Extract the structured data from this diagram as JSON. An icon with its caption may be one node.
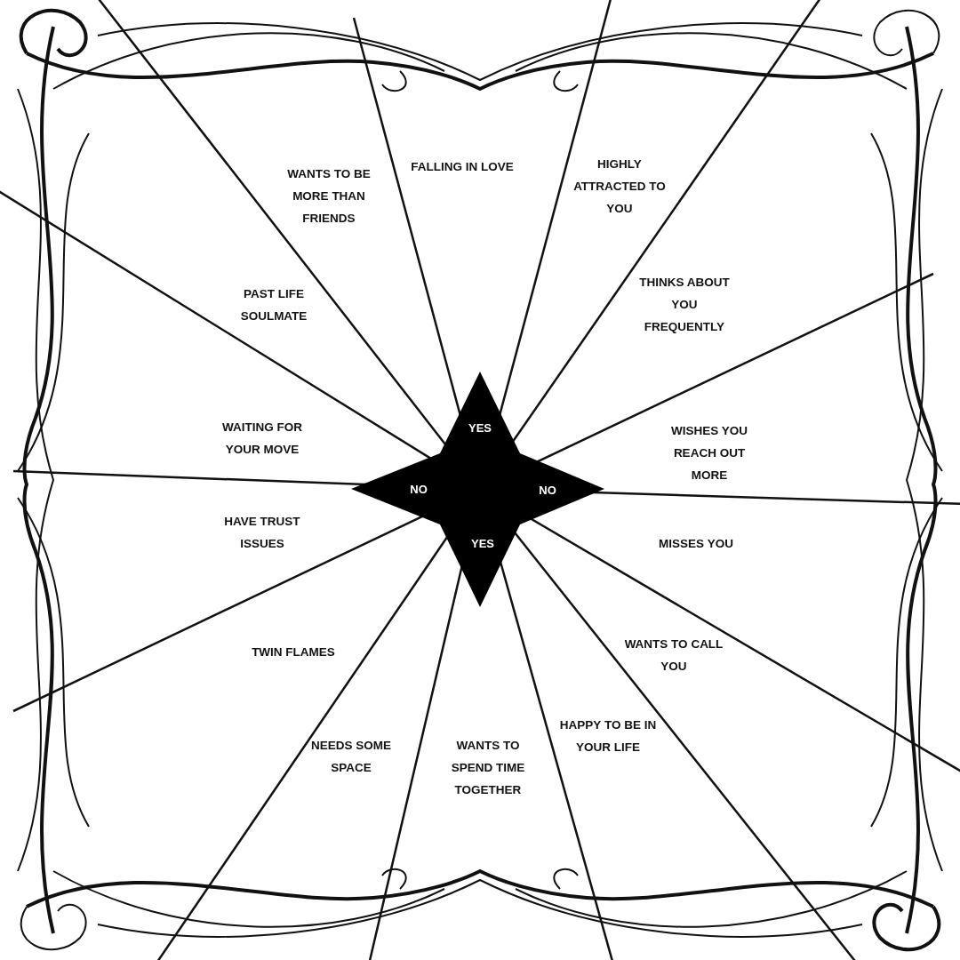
{
  "diagram": {
    "nodes": [
      {
        "text": [
          "YES",
          "NO",
          "NO",
          "YES"
        ]
      }
    ],
    "labels": [
      "WANTS TO BE MORE THAN FRIENDS",
      "FALLING IN LOVE",
      "HIGHLY ATTRACTED TO YOU",
      "PAST LIFE SOULMATE",
      "THINKS ABOUT YOU FREQUENTLY",
      "WAITING FOR YOUR MOVE",
      "WISHES YOU REACH OUT MORE",
      "HAVE TRUST ISSUES",
      "MISSES YOU",
      "TWIN FLAMES",
      "WANTS TO CALL YOU",
      "NEEDS SOME SPACE",
      "WANTS TO SPEND TIME TOGETHER",
      "HAPPY TO BE IN YOUR LIFE"
    ]
  }
}
